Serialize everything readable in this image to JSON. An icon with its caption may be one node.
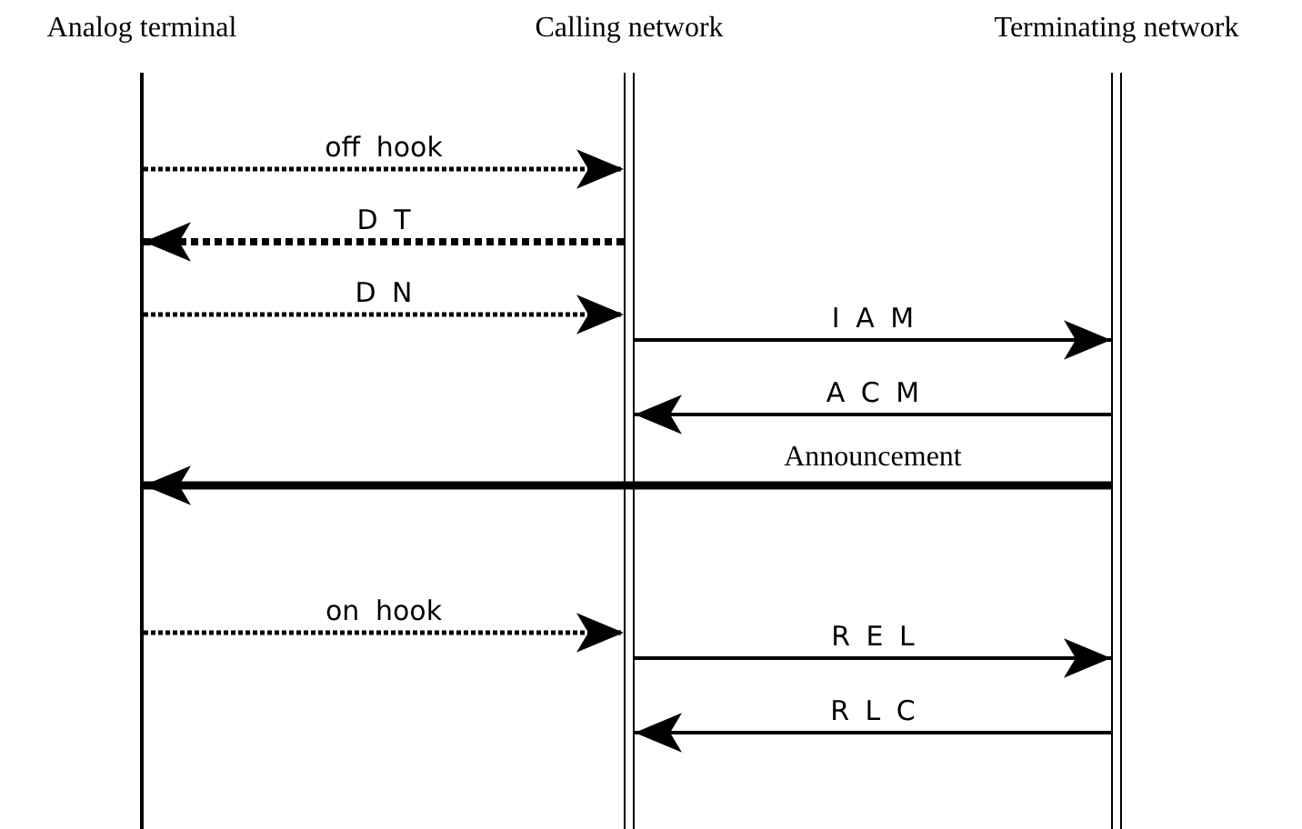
{
  "diagram": {
    "nodes": [
      {
        "text": [
          "Analog terminal"
        ]
      },
      {
        "text": [
          "Calling network"
        ]
      },
      {
        "text": [
          "Terminating network"
        ]
      }
    ],
    "edges": [
      {
        "from": 0,
        "to": 1,
        "arrow": "to",
        "label": "off hook",
        "style": "dashed"
      },
      {
        "from": 1,
        "to": 0,
        "arrow": "to",
        "label": "D T",
        "style": "dashed"
      },
      {
        "from": 0,
        "to": 1,
        "arrow": "to",
        "label": "D N",
        "style": "dashed"
      },
      {
        "from": 1,
        "to": 2,
        "arrow": "to",
        "label": "I A M"
      },
      {
        "from": 2,
        "to": 1,
        "arrow": "to",
        "label": "A C M"
      },
      {
        "from": 2,
        "to": 0,
        "arrow": "to",
        "label": "Announcement",
        "style": "thick"
      },
      {
        "from": 0,
        "to": 1,
        "arrow": "to",
        "label": "on hook",
        "style": "dashed"
      },
      {
        "from": 1,
        "to": 2,
        "arrow": "to",
        "label": "R E L"
      },
      {
        "from": 2,
        "to": 1,
        "arrow": "to",
        "label": "R L C"
      }
    ]
  }
}
